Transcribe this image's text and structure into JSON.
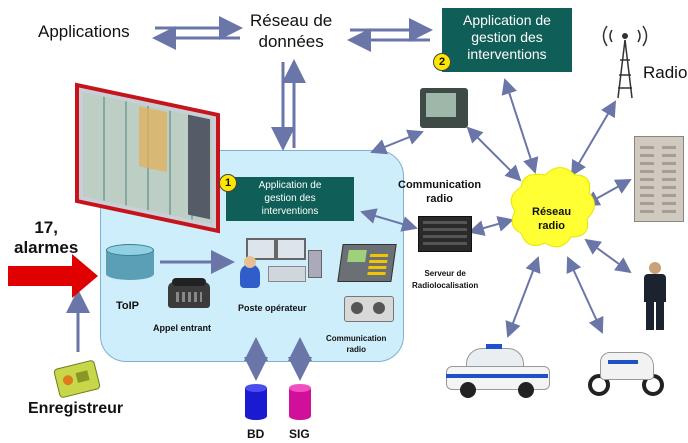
{
  "labels": {
    "applications": "Applications",
    "reseau_donnees": "Réseau de\ndonnées",
    "app_gestion_top": "Application de\ngestion des\ninterventions",
    "app_gestion_top_num": "2",
    "radio": "Radio",
    "app_gestion_center": "Application de\ngestion des\ninterventions",
    "app_gestion_center_num": "1",
    "communication_radio_top": "Communication\nradio",
    "reseau_radio": "Réseau\nradio",
    "alarmes": "17,\nalarmes",
    "toip": "ToIP",
    "appel_entrant": "Appel entrant",
    "poste_operateur": "Poste opérateur",
    "communication_radio_center": "Communication\nradio",
    "serveur_radiolocalisation": "Serveur de\nRadiolocalisation",
    "enregistreur": "Enregistreur",
    "bd": "BD",
    "sig": "SIG"
  },
  "colors": {
    "center_box": "#cfeefb",
    "teal_box": "#0f5e57",
    "arrow": "#6a75a8",
    "alarm_arrow": "#e00000",
    "cloud": "#ffff33",
    "bd_cylinder": "#1a1ad0",
    "sig_cylinder": "#d0109a"
  },
  "icons": [
    "wall-display-icon",
    "router-icon",
    "desk-phone-icon",
    "operator-workstation-icon",
    "radio-console-icon",
    "radio-mixer-icon",
    "monitor-icon",
    "rack-server-icon",
    "radio-tower-icon",
    "rack-cabinet-icon",
    "police-officer-icon",
    "police-car-icon",
    "police-motorcycle-icon",
    "recorder-icon",
    "database-icon"
  ]
}
